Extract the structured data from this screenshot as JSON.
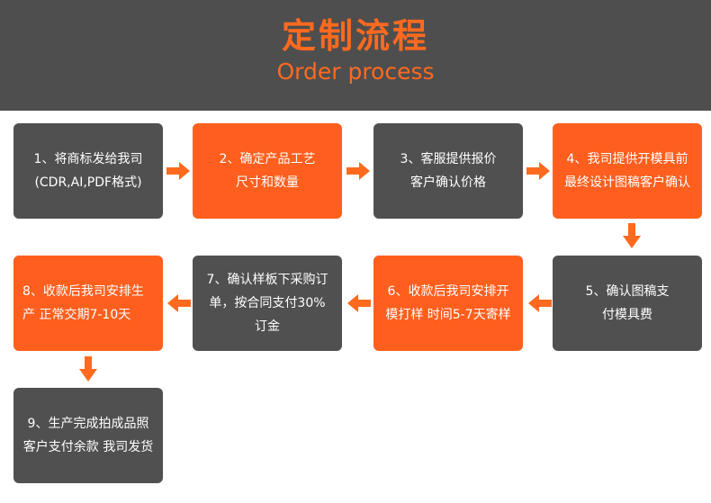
{
  "header": {
    "title_cn": "定制流程",
    "title_en": "Order process"
  },
  "colors": {
    "header_bg": "#4e4e4e",
    "accent": "#ff6a1f",
    "box_gray": "#505050",
    "box_orange": "#fe5f1e"
  },
  "steps": [
    {
      "text": "1、将商标发给我司\n(CDR,AI,PDF格式)",
      "color": "gray"
    },
    {
      "text": "2、确定产品工艺\n尺寸和数量",
      "color": "orange"
    },
    {
      "text": "3、客服提供报价\n客户确认价格",
      "color": "gray"
    },
    {
      "text": "4、我司提供开模具前\n最终设计图稿客户确认",
      "color": "orange"
    },
    {
      "text": "5、确认图稿支\n付模具费",
      "color": "gray"
    },
    {
      "text": "6、收款后我司安排开\n模打样 时间5-7天寄样",
      "color": "orange"
    },
    {
      "text": "7、确认样板下采购订\n单，按合同支付30%\n订金",
      "color": "gray"
    },
    {
      "text": "8、收款后我司安排生\n产  正常交期7-10天",
      "color": "orange"
    },
    {
      "text": "9、生产完成拍成品照\n客户支付余款 我司发货",
      "color": "gray"
    }
  ],
  "arrow_icon": "arrow-icon"
}
